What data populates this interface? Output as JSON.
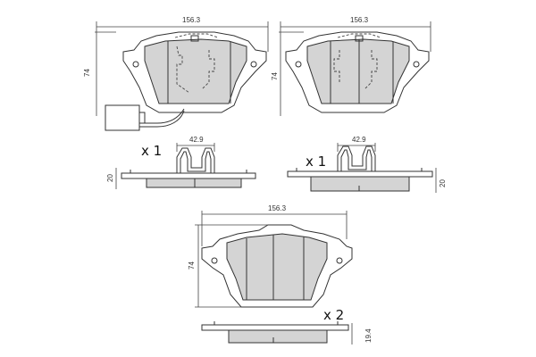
{
  "dims": {
    "top_left": {
      "width": "156.3",
      "height": "74"
    },
    "top_right": {
      "width": "156.3",
      "height": "74"
    },
    "side_left": {
      "width": "42.9",
      "thickness": "20"
    },
    "side_right": {
      "width": "42.9",
      "thickness": "20"
    },
    "bottom": {
      "width": "156.3",
      "height": "74",
      "thickness": "19.4"
    }
  },
  "quantities": {
    "set_a": "x 1",
    "set_b": "x 1",
    "set_c": "x 2"
  }
}
